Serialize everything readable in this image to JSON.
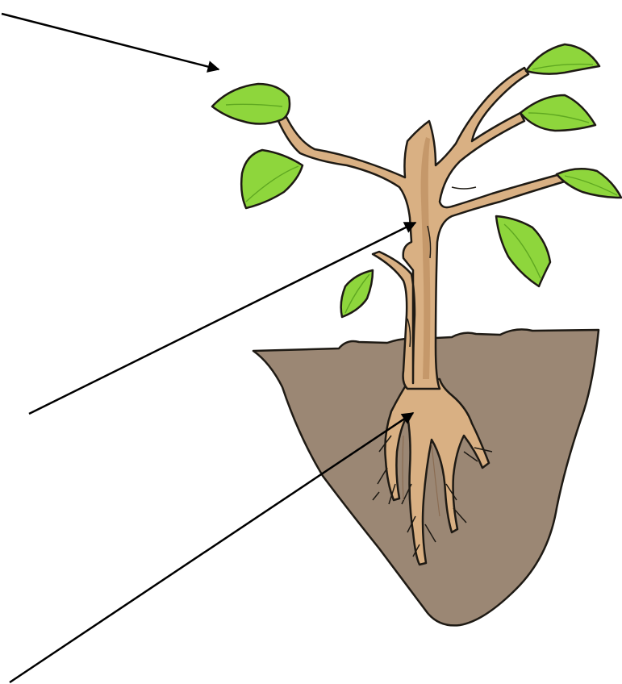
{
  "diagram": {
    "subject": "plant",
    "parts": [
      {
        "name": "leaves",
        "label": ""
      },
      {
        "name": "stem",
        "label": ""
      },
      {
        "name": "roots",
        "label": ""
      }
    ],
    "pointer_count": 3,
    "colors": {
      "background": "#ffffff",
      "leaf": "#8ed63c",
      "leaf_shadow": "#5fa821",
      "stem": "#d9b083",
      "stem_shadow": "#b8895a",
      "soil": "#9b8774",
      "outline": "#1e1a14",
      "arrow": "#000000"
    }
  }
}
